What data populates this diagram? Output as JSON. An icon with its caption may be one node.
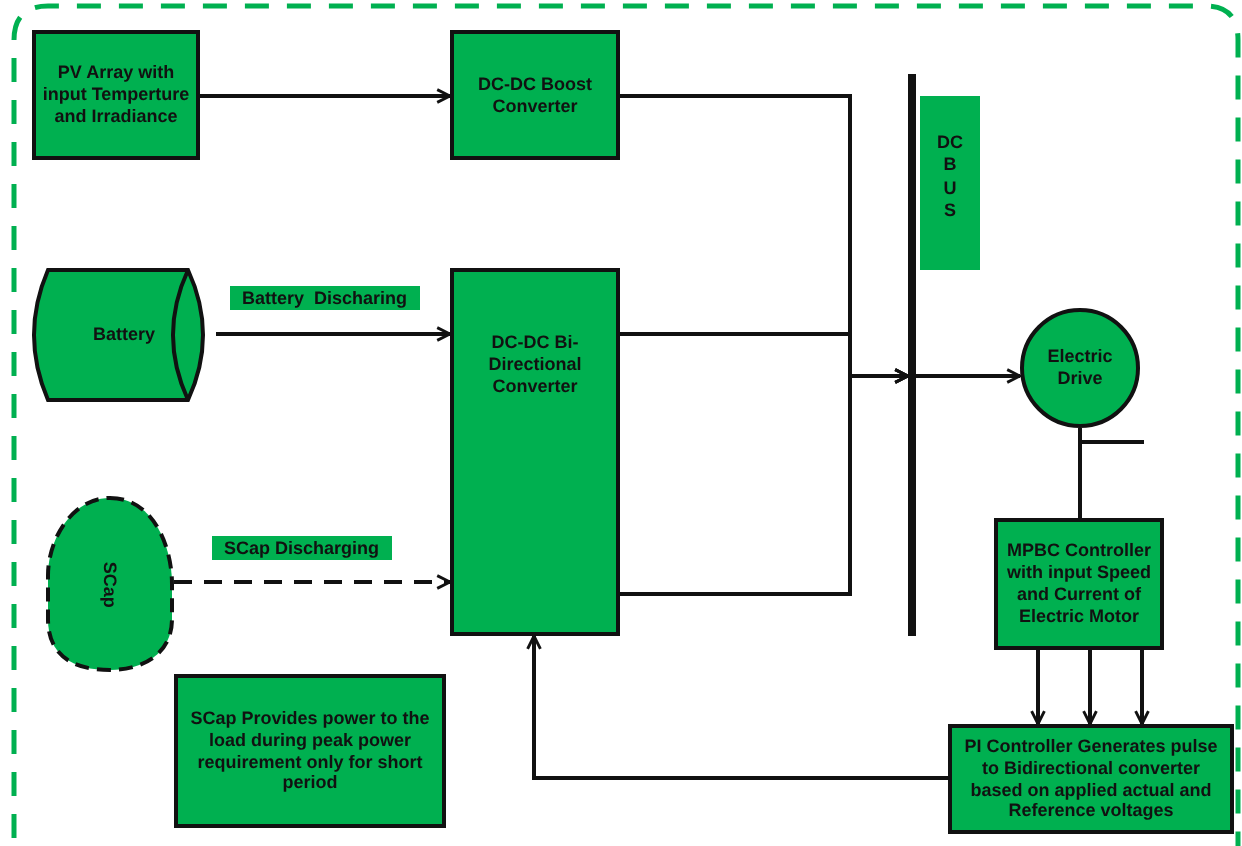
{
  "diagram": {
    "nodes": [
      {
        "text": [
          "PV Array with input Temperture and Irradiance"
        ]
      },
      {
        "text": [
          "DC-DC Boost Converter"
        ]
      },
      {
        "text": [
          "DC B U S"
        ]
      },
      {
        "text": [],
        "shape": "bar"
      },
      {
        "text": [
          "Battery"
        ]
      },
      {
        "text": [
          "DC-DC Bi-Directional Converter"
        ]
      },
      {
        "text": [
          "Electric Drive"
        ]
      },
      {
        "text": [
          "SCap"
        ]
      },
      {
        "text": [
          "MPBC Controller with input Speed and Current of Electric Motor"
        ]
      },
      {
        "text": [
          "SCap Provides power to the load during peak power requirement only for short period"
        ]
      },
      {
        "text": [
          "PI Controller Generates pulse to Bidirectional converter based on applied actual and Reference voltages"
        ]
      }
    ],
    "edges": [
      {
        "from": 0,
        "to": 1,
        "arrow": "to"
      },
      {
        "from": 1,
        "to": 3,
        "arrow": "to"
      },
      {
        "from": 4,
        "to": 5,
        "arrow": "to",
        "label": "Battery  Discharing"
      },
      {
        "from": 7,
        "to": 5,
        "arrow": "to",
        "label": "SCap Discharging",
        "style": "dashed"
      },
      {
        "from": 5,
        "to": 3,
        "arrow": "to"
      },
      {
        "from": 5,
        "to": 3,
        "arrow": "to"
      },
      {
        "from": 3,
        "to": 6,
        "arrow": "to"
      },
      {
        "from": 6,
        "to": 8,
        "arrow": "none"
      },
      {
        "from": 8,
        "to": 10,
        "arrow": "to"
      },
      {
        "from": 8,
        "to": 10,
        "arrow": "to"
      },
      {
        "from": 8,
        "to": 10,
        "arrow": "to"
      },
      {
        "from": 10,
        "to": 5,
        "arrow": "to"
      }
    ]
  }
}
